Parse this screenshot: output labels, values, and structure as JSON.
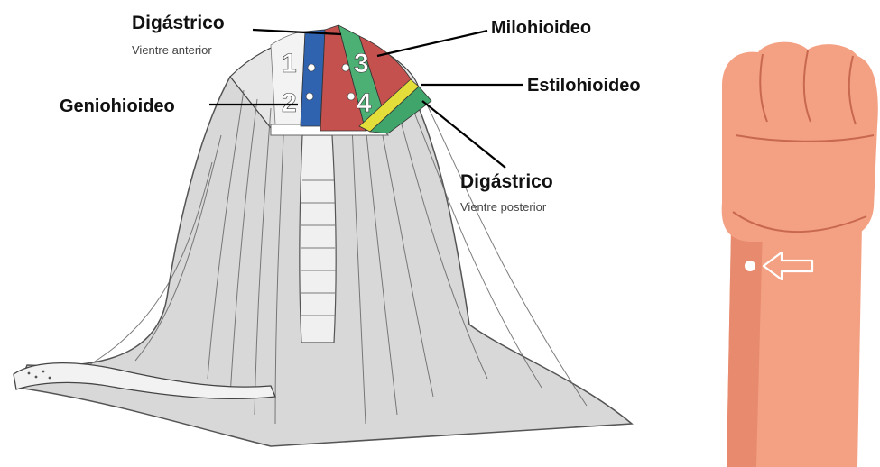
{
  "labels": {
    "digastrico_anterior": {
      "title": "Digástrico",
      "subtitle": "Vientre anterior"
    },
    "milohioideo": {
      "title": "Milohioideo"
    },
    "geniohioideo": {
      "title": "Geniohioideo"
    },
    "estilohioideo": {
      "title": "Estilohioideo"
    },
    "digastrico_posterior": {
      "title": "Digástrico",
      "subtitle": "Vientre posterior"
    }
  },
  "points": [
    "1",
    "2",
    "3",
    "4"
  ],
  "colors": {
    "geniohioideo": "#2f63b0",
    "milohioideo": "#c5514f",
    "digastrico_anterior": "#4caf73",
    "estilohioideo": "#e4de3a",
    "digastrico_posterior": "#3fa56a",
    "skin": "#f4a183",
    "skin_shade": "#e7876b",
    "sketch": "#6f6f6f"
  },
  "hand_marker": {
    "arrow": "arrow-left-outline",
    "dot": "white-dot"
  }
}
